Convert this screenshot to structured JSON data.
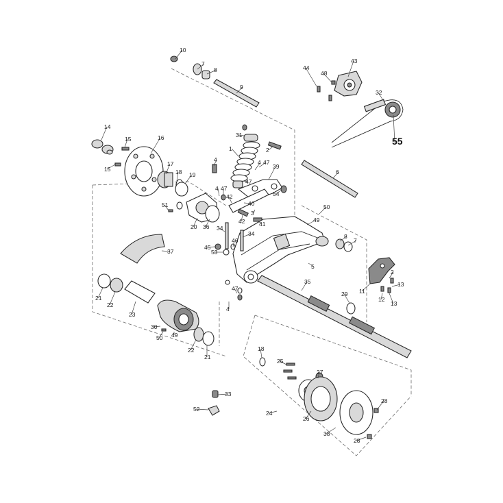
{
  "diagram": {
    "type": "exploded-parts-diagram",
    "callouts": [
      {
        "id": "c10",
        "label": "10"
      },
      {
        "id": "c7a",
        "label": "7"
      },
      {
        "id": "c8a",
        "label": "8"
      },
      {
        "id": "c9",
        "label": "9"
      },
      {
        "id": "c44",
        "label": "44"
      },
      {
        "id": "c43",
        "label": "43"
      },
      {
        "id": "c48",
        "label": "48"
      },
      {
        "id": "c32",
        "label": "32"
      },
      {
        "id": "c55",
        "label": "55",
        "emphasis": true
      },
      {
        "id": "c14",
        "label": "14"
      },
      {
        "id": "c16",
        "label": "16"
      },
      {
        "id": "c15a",
        "label": "15"
      },
      {
        "id": "c15b",
        "label": "15"
      },
      {
        "id": "c17",
        "label": "17"
      },
      {
        "id": "c18a",
        "label": "18"
      },
      {
        "id": "c19",
        "label": "19"
      },
      {
        "id": "c31",
        "label": "31"
      },
      {
        "id": "c2",
        "label": "2"
      },
      {
        "id": "c1",
        "label": "1"
      },
      {
        "id": "c4a",
        "label": "4"
      },
      {
        "id": "c4b",
        "label": "4"
      },
      {
        "id": "c47a",
        "label": "47"
      },
      {
        "id": "c39",
        "label": "39"
      },
      {
        "id": "c47b",
        "label": "47"
      },
      {
        "id": "c4c",
        "label": "4"
      },
      {
        "id": "c47c",
        "label": "47"
      },
      {
        "id": "c6",
        "label": "6"
      },
      {
        "id": "c54",
        "label": "54"
      },
      {
        "id": "c42a",
        "label": "42"
      },
      {
        "id": "c40",
        "label": "40"
      },
      {
        "id": "c3",
        "label": "3"
      },
      {
        "id": "c42b",
        "label": "42"
      },
      {
        "id": "c41",
        "label": "41"
      },
      {
        "id": "c51",
        "label": "51"
      },
      {
        "id": "c20",
        "label": "20"
      },
      {
        "id": "c36",
        "label": "36"
      },
      {
        "id": "c50a",
        "label": "50"
      },
      {
        "id": "c49a",
        "label": "49"
      },
      {
        "id": "c34a",
        "label": "34"
      },
      {
        "id": "c34b",
        "label": "34"
      },
      {
        "id": "c46",
        "label": "46"
      },
      {
        "id": "c45",
        "label": "45"
      },
      {
        "id": "c53",
        "label": "53"
      },
      {
        "id": "c8b",
        "label": "8"
      },
      {
        "id": "c7b",
        "label": "7"
      },
      {
        "id": "c37",
        "label": "37"
      },
      {
        "id": "c5",
        "label": "5"
      },
      {
        "id": "c11",
        "label": "11"
      },
      {
        "id": "c2b",
        "label": "2"
      },
      {
        "id": "c13a",
        "label": "13"
      },
      {
        "id": "c12",
        "label": "12"
      },
      {
        "id": "c13b",
        "label": "13"
      },
      {
        "id": "c35",
        "label": "35"
      },
      {
        "id": "c47d",
        "label": "47"
      },
      {
        "id": "c4d",
        "label": "4"
      },
      {
        "id": "c21a",
        "label": "21"
      },
      {
        "id": "c22a",
        "label": "22"
      },
      {
        "id": "c23",
        "label": "23"
      },
      {
        "id": "c29",
        "label": "29"
      },
      {
        "id": "c30",
        "label": "30"
      },
      {
        "id": "c50b",
        "label": "50"
      },
      {
        "id": "c49b",
        "label": "49"
      },
      {
        "id": "c22b",
        "label": "22"
      },
      {
        "id": "c21b",
        "label": "21"
      },
      {
        "id": "c18b",
        "label": "18"
      },
      {
        "id": "c25",
        "label": "25"
      },
      {
        "id": "c27",
        "label": "27"
      },
      {
        "id": "c33",
        "label": "33"
      },
      {
        "id": "c52",
        "label": "52"
      },
      {
        "id": "c24",
        "label": "24"
      },
      {
        "id": "c26",
        "label": "26"
      },
      {
        "id": "c28a",
        "label": "28"
      },
      {
        "id": "c38",
        "label": "38"
      },
      {
        "id": "c28b",
        "label": "28"
      }
    ]
  }
}
